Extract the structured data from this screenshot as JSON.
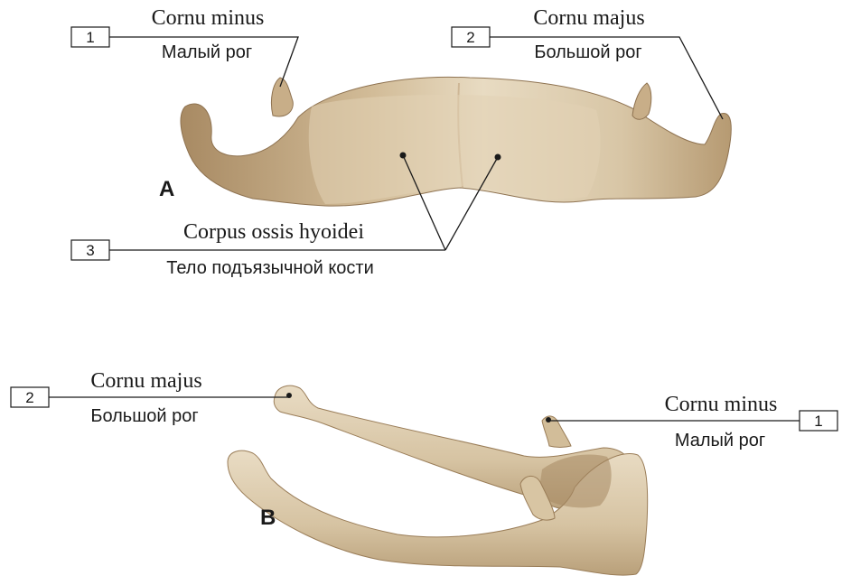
{
  "colors": {
    "bone_light": "#e6d7bd",
    "bone_mid": "#cfb894",
    "bone_dark": "#a88a63",
    "line": "#1a1a1a"
  },
  "view_a": {
    "label": "A",
    "cornu_minus": {
      "number": "1",
      "latin": "Cornu minus",
      "russian": "Малый рог"
    },
    "cornu_majus": {
      "number": "2",
      "latin": "Cornu majus",
      "russian": "Большой рог"
    },
    "corpus": {
      "number": "3",
      "latin": "Corpus ossis hyoidei",
      "russian": "Тело подъязычной кости"
    }
  },
  "view_b": {
    "label": "B",
    "cornu_majus": {
      "number": "2",
      "latin": "Cornu majus",
      "russian": "Большой рог"
    },
    "cornu_minus": {
      "number": "1",
      "latin": "Cornu minus",
      "russian": "Малый рог"
    }
  }
}
